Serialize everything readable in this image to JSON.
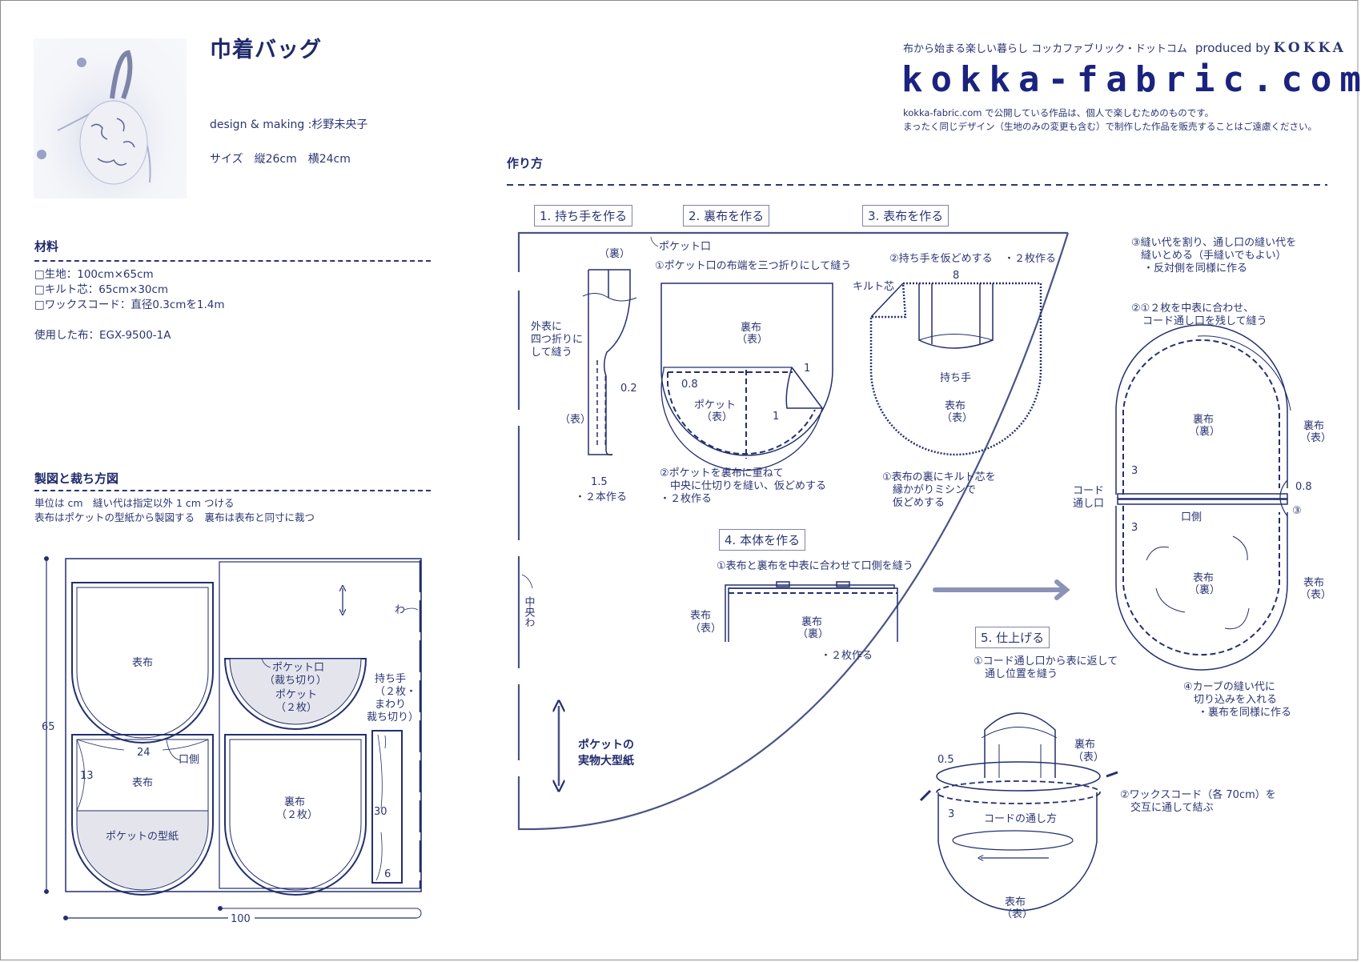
{
  "header": {
    "title": "巾着バッグ",
    "design_making": "design & making :杉野未央子",
    "size": "サイズ　縦26cm　横24cm",
    "photo_alt": "巾着バッグ product photo"
  },
  "brand": {
    "tagline": "布から始まる楽しい暮らし コッカファブリック・ドットコム",
    "produced_by": "produced by",
    "company": "KOKKA",
    "logo": "kokka-fabric.com",
    "notice_1": "kokka-fabric.com で公開している作品は、個人で楽しむためのものです。",
    "notice_2": "まったく同じデザイン（生地のみの変更も含む）で制作した作品を販売することはご遠慮ください。"
  },
  "materials": {
    "title": "材料",
    "items": [
      "□生地：100cm×65cm",
      "□キルト芯：65cm×30cm",
      "□ワックスコード：直径0.3cmを1.4m"
    ],
    "fabric_used": "使用した布：EGX-9500-1A"
  },
  "pattern": {
    "title": "製図と裁ち方図",
    "note_1": "単位は cm　縫い代は指定以外 1 cm つける",
    "note_2": "表布はポケットの型紙から製図する　裏布は表布と同寸に裁つ",
    "dim_height": "65",
    "dim_width": "100",
    "fold_label": "わ",
    "pieces": {
      "outer_top": "表布",
      "outer_bottom": "表布",
      "pocket_template": "ポケットの型紙",
      "width_24": "24",
      "height_13": "13",
      "mouth_side": "口側",
      "pocket_mouth": "ポケット口",
      "pocket_mouth_cut": "（裁ち切り）",
      "pocket": "ポケット",
      "pocket_count": "（２枚）",
      "lining": "裏布",
      "lining_count": "（２枚）",
      "handle_1": "持ち手",
      "handle_2": "（２枚・",
      "handle_3": "まわり",
      "handle_4": "裁ち切り）",
      "handle_len": "30",
      "handle_w": "6"
    }
  },
  "howto": {
    "title": "作り方",
    "pocket_pattern_label_1": "ポケットの",
    "pocket_pattern_label_2": "実物大型紙",
    "pocket_mouth": "ポケット口",
    "center_fold": "中央わ",
    "steps": [
      {
        "label": "1. 持ち手を作る",
        "texts": {
          "back": "（裏）",
          "note_1": "外表に",
          "note_2": "四つ折りに",
          "note_3": "して縫う",
          "dim_02": "0.2",
          "front": "（表）",
          "dim_15": "1.5",
          "count": "・２本作る"
        }
      },
      {
        "label": "2. 裏布を作る",
        "texts": {
          "inst_1": "①ポケット口の布端を三つ折りにして縫う",
          "lining": "裏布",
          "lining_face": "（表）",
          "dim_08": "0.8",
          "dim_1a": "1",
          "dim_1b": "1",
          "pocket": "ポケット",
          "pocket_face": "（表）",
          "inst_2a": "②ポケットを裏布に重ねて",
          "inst_2b": "中央に仕切りを縫い、仮どめする",
          "count": "・２枚作る"
        }
      },
      {
        "label": "3. 表布を作る",
        "texts": {
          "inst_2": "②持ち手を仮どめする",
          "count": "・２枚作る",
          "dim_8": "8",
          "quilt": "キルト芯",
          "handle": "持ち手",
          "outer": "表布",
          "outer_face": "（表）",
          "inst_1a": "①表布の裏にキルト芯を",
          "inst_1b": "縁かがりミシンで",
          "inst_1c": "仮どめする"
        }
      },
      {
        "label": "4. 本体を作る",
        "texts": {
          "inst_1": "①表布と裏布を中表に合わせて口側を縫う",
          "outer": "表布",
          "outer_face": "（表）",
          "lining": "裏布",
          "lining_face": "（裏）",
          "count": "・２枚作る",
          "inst_3a": "③縫い代を割り、通し口の縫い代を",
          "inst_3b": "縫いとめる（手縫いでもよい）",
          "inst_3c": "・反対側を同様に作る",
          "inst_2a": "②①２枚を中表に合わせ、",
          "inst_2b": "コード通し口を残して縫う",
          "lining_back": "裏布",
          "lining_back_face": "（裏）",
          "lining_front": "裏布",
          "lining_front_face": "（表）",
          "dim_3a": "3",
          "dim_3b": "3",
          "cord_1": "コード",
          "cord_2": "通し口",
          "dim_08": "0.8",
          "circled_3": "③",
          "mouth": "口側",
          "outer_back": "表布",
          "outer_back_face": "（裏）",
          "outer_front": "表布",
          "outer_front_face": "（表）",
          "inst_4a": "④カーブの縫い代に",
          "inst_4b": "切り込みを入れる",
          "inst_4c": "・裏布を同様に作る"
        }
      },
      {
        "label": "5. 仕上げる",
        "texts": {
          "inst_1a": "①コード通し口から表に返して",
          "inst_1b": "通し位置を縫う",
          "lining": "裏布",
          "lining_face": "（表）",
          "dim_05": "0.5",
          "dim_3": "3",
          "inst_2a": "②ワックスコード（各 70cm）を",
          "inst_2b": "交互に通して結ぶ",
          "cord_path": "コードの通し方",
          "outer": "表布",
          "outer_face": "（表）"
        }
      }
    ]
  },
  "colors": {
    "navy": "#232f6e",
    "light_navy": "#8c93b8",
    "pocket_fill": "#e4e5ec"
  }
}
